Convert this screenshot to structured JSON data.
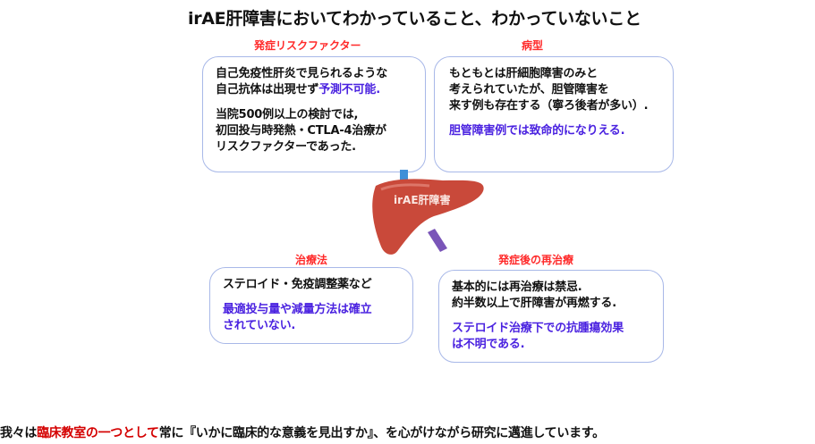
{
  "title": "irAE肝障害においてわかっていること、わかっていないこと",
  "center": {
    "label": "irAE肝障害",
    "icon": "liver-icon"
  },
  "sections": {
    "risk": {
      "label": "発症リスクファクター",
      "line1": "自己免疫性肝炎で見られるような",
      "line2a": "自己抗体は出現せず",
      "line2b": "予測不可能.",
      "line3": "当院500例以上の検討では,",
      "line4": "初回投与時発熱・CTLA-4治療が",
      "line5": "リスクファクターであった."
    },
    "pathology": {
      "label": "病型",
      "line1": "もともとは肝細胞障害のみと",
      "line2": "考えられていたが、胆管障害を",
      "line3": "来す例も存在する（寧ろ後者が多い）.",
      "line4": "胆管障害例では致命的になりえる."
    },
    "treatment": {
      "label": "治療法",
      "line1": "ステロイド・免疫調整薬など",
      "line2": "最適投与量や減量方法は確立",
      "line3": "されていない."
    },
    "retreatment": {
      "label": "発症後の再治療",
      "line1": "基本的には再治療は禁忌.",
      "line2": "約半数以上で肝障害が再燃する.",
      "line3": "ステロイド治療下での抗腫瘍効果",
      "line4": "は不明である."
    }
  },
  "footer": {
    "part1": "我々は",
    "part2": "臨床教室の一つとして",
    "part3": "常に『いかに臨床的な意義を見出すか』、を心がけながら研究に邁進しています。"
  },
  "colors": {
    "label_red": "#ff2a2a",
    "highlight_blue": "#4a22e0",
    "box_border": "#a8b8e8",
    "footer_red": "#d40000"
  }
}
